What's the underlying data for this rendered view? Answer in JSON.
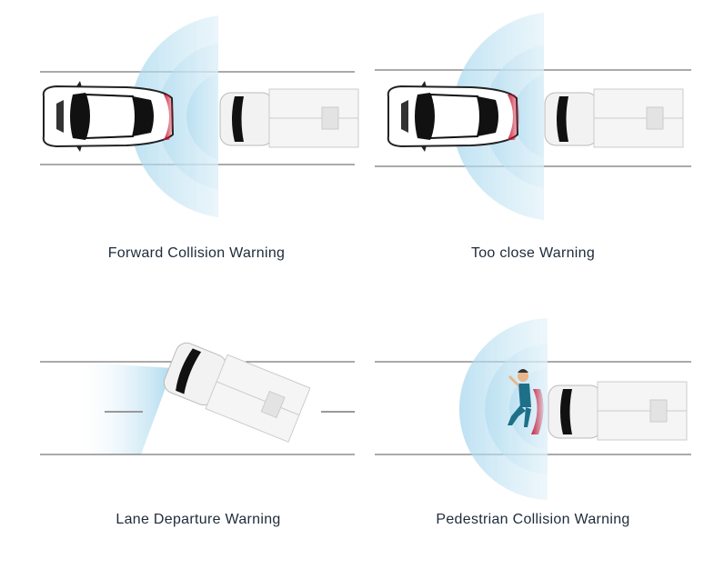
{
  "panels": [
    {
      "title": "Forward Collision Warning"
    },
    {
      "title": "Too close Warning"
    },
    {
      "title": "Lane Departure Warning"
    },
    {
      "title": "Pedestrian Collision Warning"
    }
  ],
  "colors": {
    "wave": "#a9d8ee",
    "alert": "#c8102e",
    "road_line": "#555555",
    "text": "#1e2b3a"
  }
}
